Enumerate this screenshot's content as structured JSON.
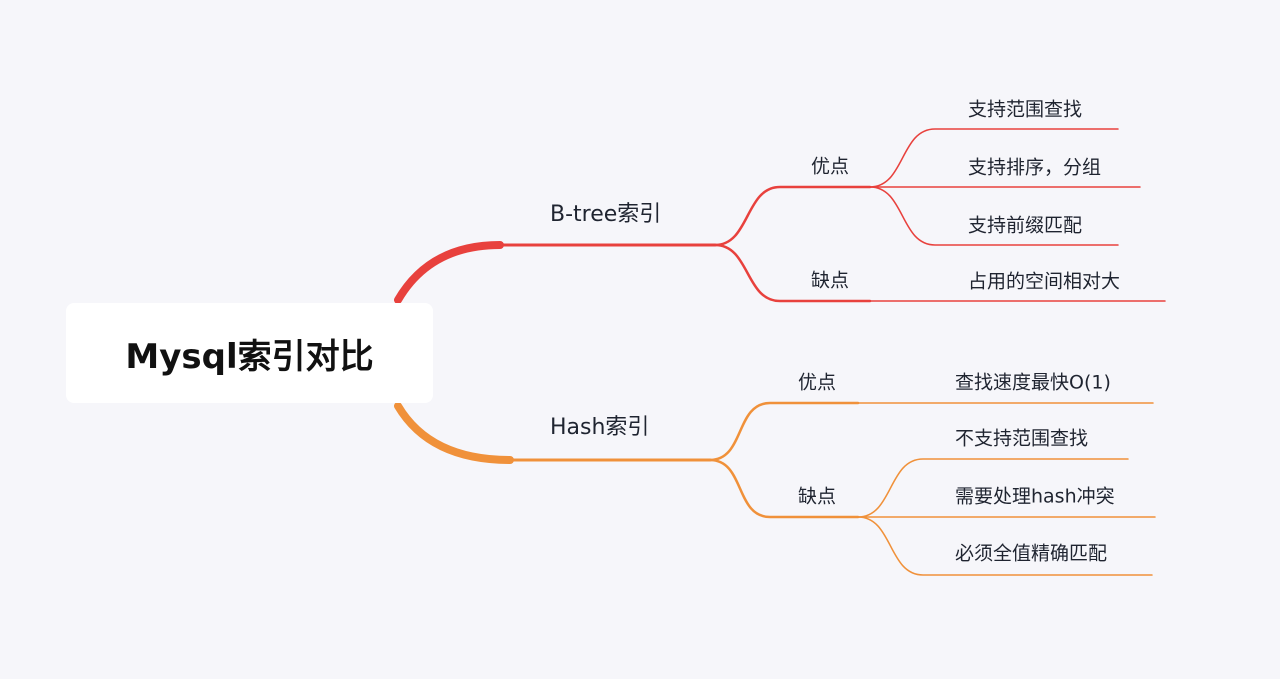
{
  "root": {
    "title": "Mysql索引对比"
  },
  "colors": {
    "btree": "#e8413d",
    "hash": "#f0913a",
    "background": "#f6f6fa"
  },
  "branches": [
    {
      "label": "B-tree索引",
      "groups": [
        {
          "label": "优点",
          "items": [
            "支持范围查找",
            "支持排序，分组",
            "支持前缀匹配"
          ]
        },
        {
          "label": "缺点",
          "items": [
            "占用的空间相对大"
          ]
        }
      ]
    },
    {
      "label": "Hash索引",
      "groups": [
        {
          "label": "优点",
          "items": [
            "查找速度最快O(1)"
          ]
        },
        {
          "label": "缺点",
          "items": [
            "不支持范围查找",
            "需要处理hash冲突",
            "必须全值精确匹配"
          ]
        }
      ]
    }
  ]
}
